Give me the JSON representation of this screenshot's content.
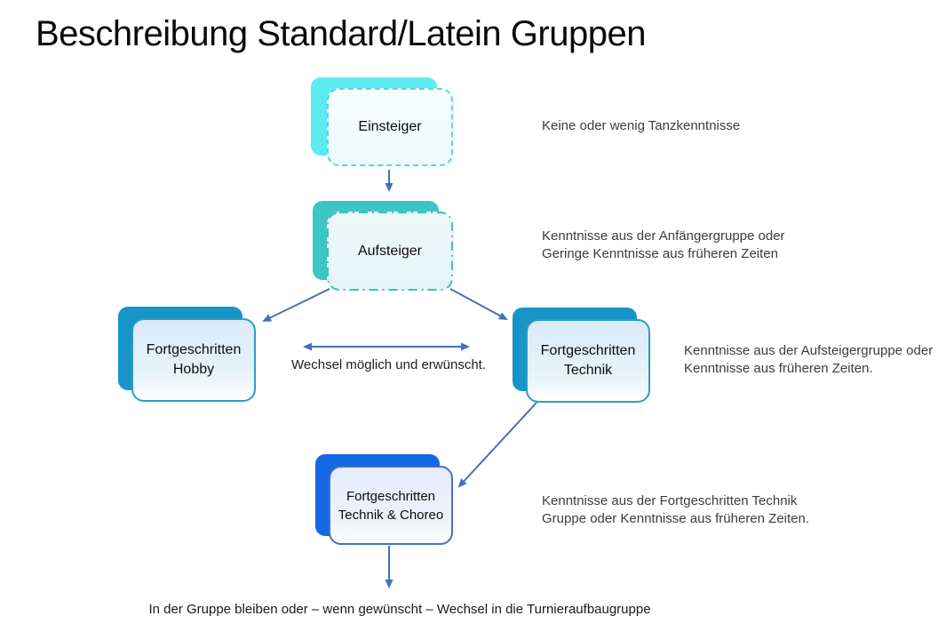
{
  "title": "Beschreibung Standard/Latein Gruppen",
  "nodes": {
    "einsteiger": {
      "label": "Einsteiger"
    },
    "aufsteiger": {
      "label": "Aufsteiger"
    },
    "fortgeschritten_hobby": {
      "label_line1": "Fortgeschritten",
      "label_line2": "Hobby"
    },
    "fortgeschritten_technik": {
      "label_line1": "Fortgeschritten",
      "label_line2": "Technik"
    },
    "fortgeschritten_technik_choreo": {
      "label_line1": "Fortgeschritten",
      "label_line2": "Technik & Choreo"
    }
  },
  "annotations": {
    "einsteiger_note": "Keine oder wenig Tanzkenntnisse",
    "aufsteiger_note_line1": "Kenntnisse aus der Anfängergruppe oder",
    "aufsteiger_note_line2": "Geringe Kenntnisse aus früheren Zeiten",
    "wechsel_label": "Wechsel möglich und erwünscht.",
    "technik_note_line1": "Kenntnisse aus der Aufsteigergruppe oder",
    "technik_note_line2": "Kenntnisse aus früheren Zeiten.",
    "choreo_note_line1": "Kenntnisse aus der Fortgeschritten Technik",
    "choreo_note_line2": "Gruppe oder Kenntnisse aus früheren Zeiten.",
    "bottom_note": "In der Gruppe bleiben oder – wenn gewünscht – Wechsel in die Turnieraufbaugruppe"
  },
  "colors": {
    "einsteiger_shadow": "#5CEBEF",
    "einsteiger_border": "#55D7DE",
    "aufsteiger_shadow": "#3DC5C4",
    "aufsteiger_border": "#3FBFBD",
    "fortgeschritten_shadow": "#1795C9",
    "fortgeschritten_border": "#2F9AC6",
    "choreo_shadow": "#1567E4",
    "choreo_border": "#4472C4",
    "arrow": "#4470BB"
  }
}
